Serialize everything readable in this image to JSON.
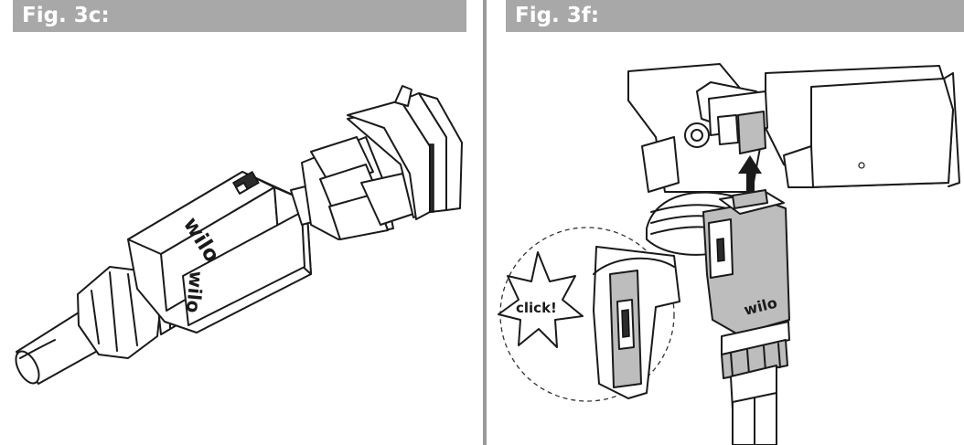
{
  "figures": [
    {
      "label": "Fig. 3c:",
      "brand_marks": [
        "wilo",
        "wilo"
      ]
    },
    {
      "label": "Fig. 3f:",
      "brand_marks": [
        "wilo"
      ],
      "callout_text": "click!"
    }
  ],
  "colors": {
    "header_bg": "#a8a8a8",
    "header_text": "#ffffff",
    "divider": "#9a9a9a",
    "part_gray": "#bdbdbd"
  }
}
